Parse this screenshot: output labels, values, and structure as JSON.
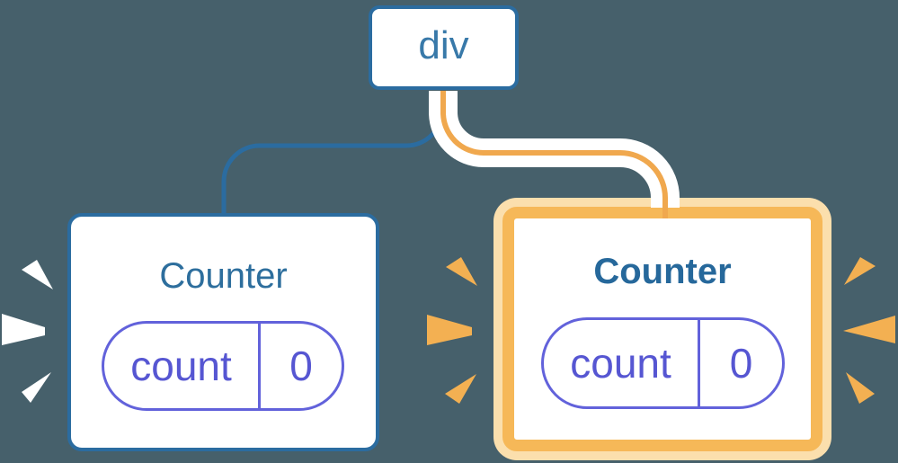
{
  "diagram": {
    "root": {
      "label": "div"
    },
    "children": [
      {
        "label": "Counter",
        "state_key": "count",
        "state_value": "0",
        "highlighted": false
      },
      {
        "label": "Counter",
        "state_key": "count",
        "state_value": "0",
        "highlighted": true
      }
    ]
  },
  "colors": {
    "bg": "#46606B",
    "card_bg": "#FFFFFF",
    "edge_blue": "#2B6CA0",
    "node_text_blue": "#3879A9",
    "title_blue": "#2D6E9D",
    "title_blue_bold": "#26689B",
    "pill_purple": "#6262DB",
    "pill_text_purple": "#5656D2",
    "edge_orange": "#F0A84E",
    "edge_casing": "#FFFFFF",
    "highlight_border_orange": "#F6B858",
    "highlight_glow_cream": "#FBDFAD",
    "spark_orange": "#F3B052",
    "spark_white": "#FFFFFF"
  }
}
